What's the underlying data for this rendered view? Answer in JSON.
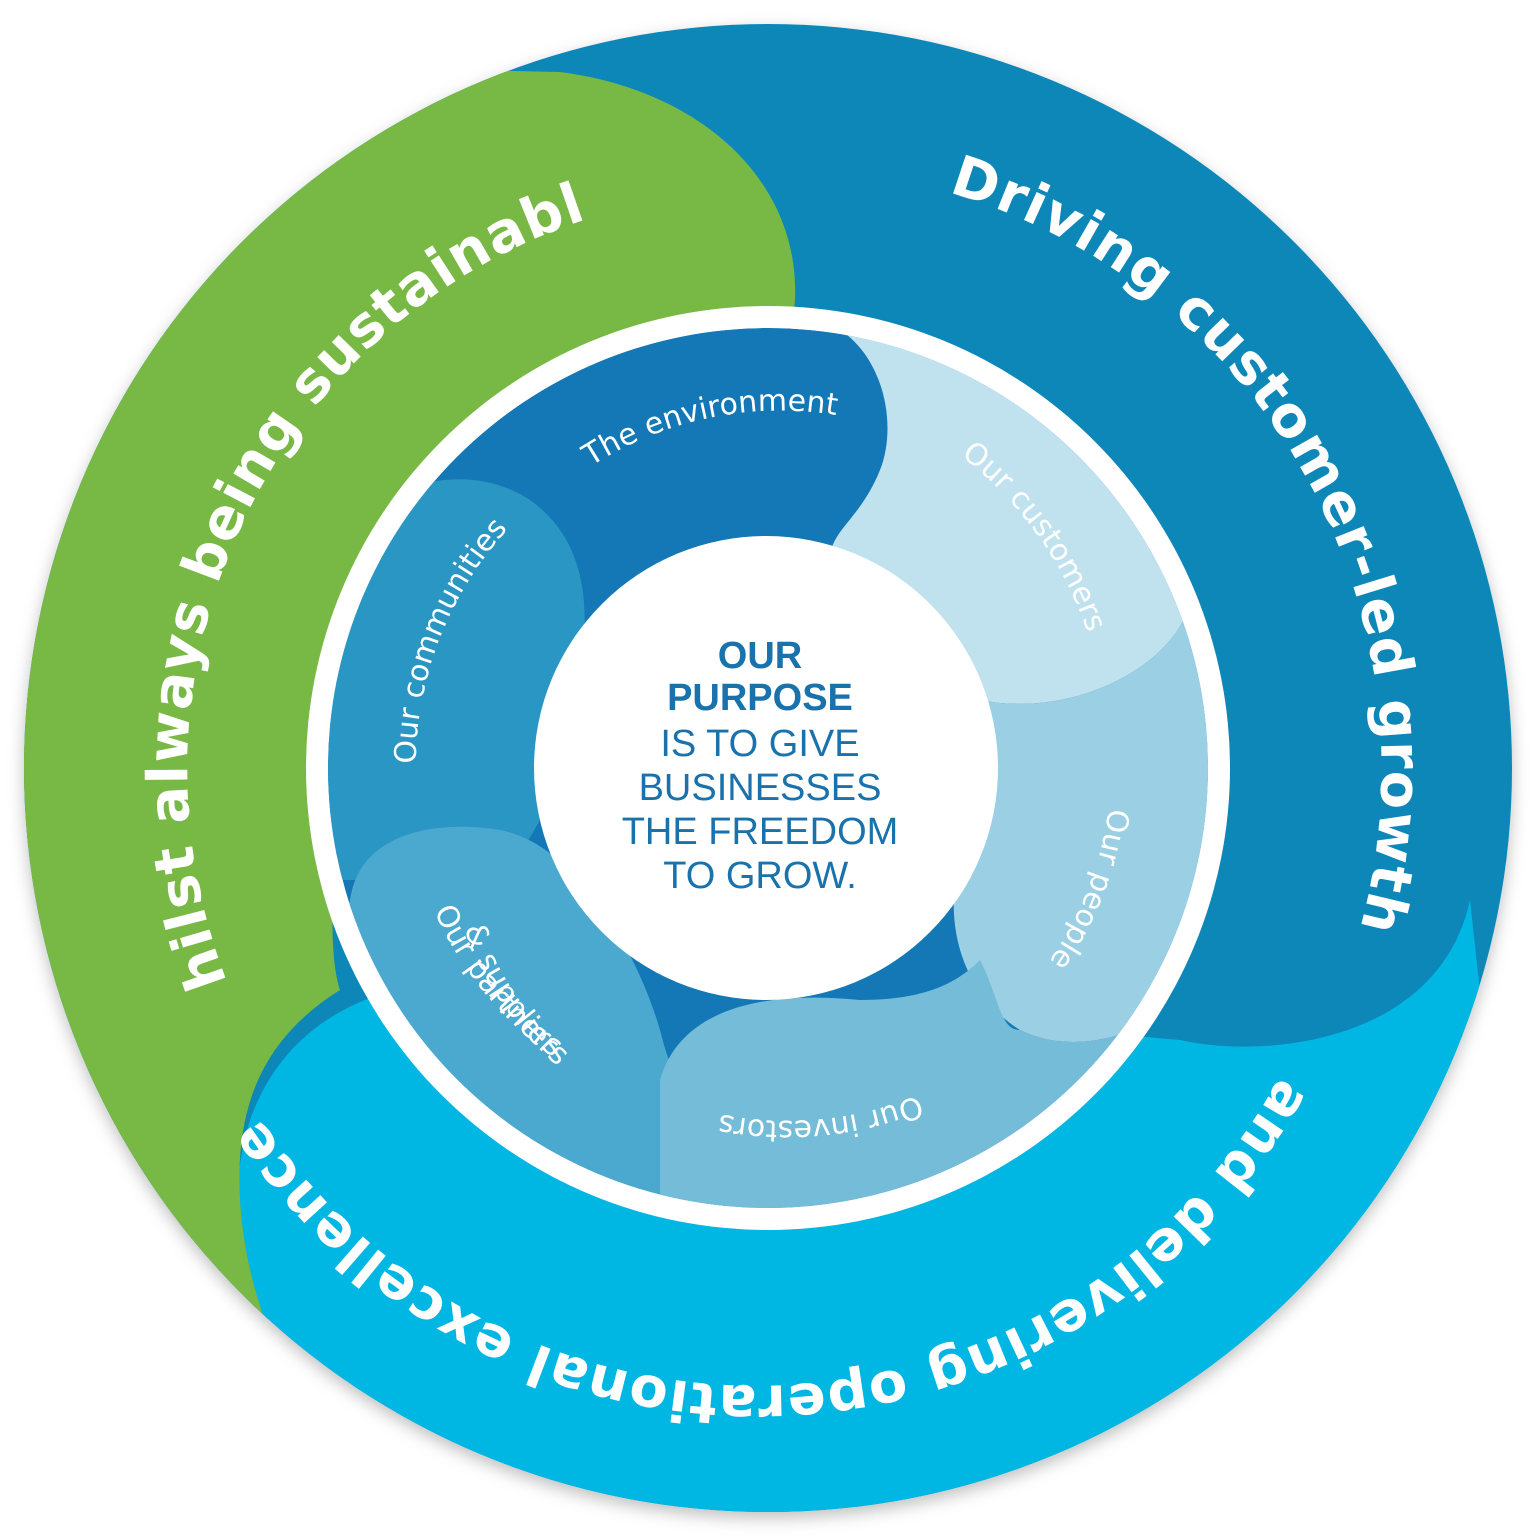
{
  "outer_ring": {
    "growth_label": "Driving customer-led growth",
    "sustainable_label": "whilst always being sustainable",
    "excellence_label": "and delivering operational excellence"
  },
  "stakeholders": {
    "environment": "The environment",
    "customers": "Our customers",
    "people": "Our people",
    "investors": "Our investors",
    "partners_line1": "Our partners",
    "partners_line2": "& suppliers",
    "communities": "Our communities"
  },
  "purpose": {
    "line1": "OUR",
    "line2": "PURPOSE",
    "line3": "IS TO GIVE",
    "line4": "BUSINESSES",
    "line5": "THE FREEDOM",
    "line6": "TO GROW."
  },
  "colors": {
    "green": "#78b844",
    "dark_blue": "#0a87b8",
    "cyan": "#00b6e3",
    "deep_ring": "#1378b5",
    "communities": "#2a96c4",
    "partners": "#4ba8cf",
    "investors": "#75bcd8",
    "people": "#9bcfe4",
    "customers": "#c0e1ee",
    "center_text": "#1a72ad"
  }
}
